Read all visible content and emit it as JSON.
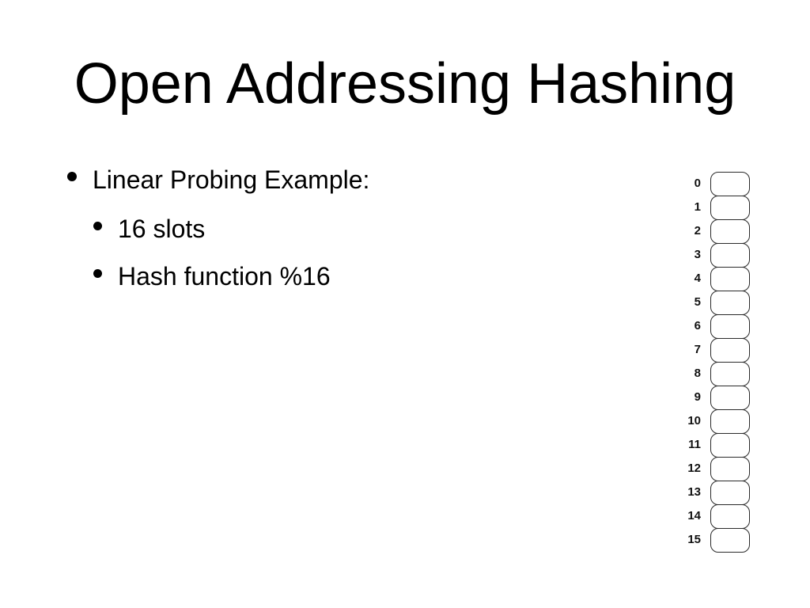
{
  "slide": {
    "title": "Open Addressing Hashing",
    "bullets": [
      {
        "level": 1,
        "text": "Linear Probing Example:"
      },
      {
        "level": 2,
        "text": "16 slots"
      },
      {
        "level": 2,
        "text": "Hash function %16"
      }
    ],
    "hash_table": {
      "slot_count": 16,
      "slot_labels": [
        "0",
        "1",
        "2",
        "3",
        "4",
        "5",
        "6",
        "7",
        "8",
        "9",
        "10",
        "11",
        "12",
        "13",
        "14",
        "15"
      ],
      "slot_values": [
        "",
        "",
        "",
        "",
        "",
        "",
        "",
        "",
        "",
        "",
        "",
        "",
        "",
        "",
        "",
        ""
      ]
    },
    "colors": {
      "background": "#ffffff",
      "text": "#000000",
      "slot_border": "#2a2a2a"
    }
  }
}
